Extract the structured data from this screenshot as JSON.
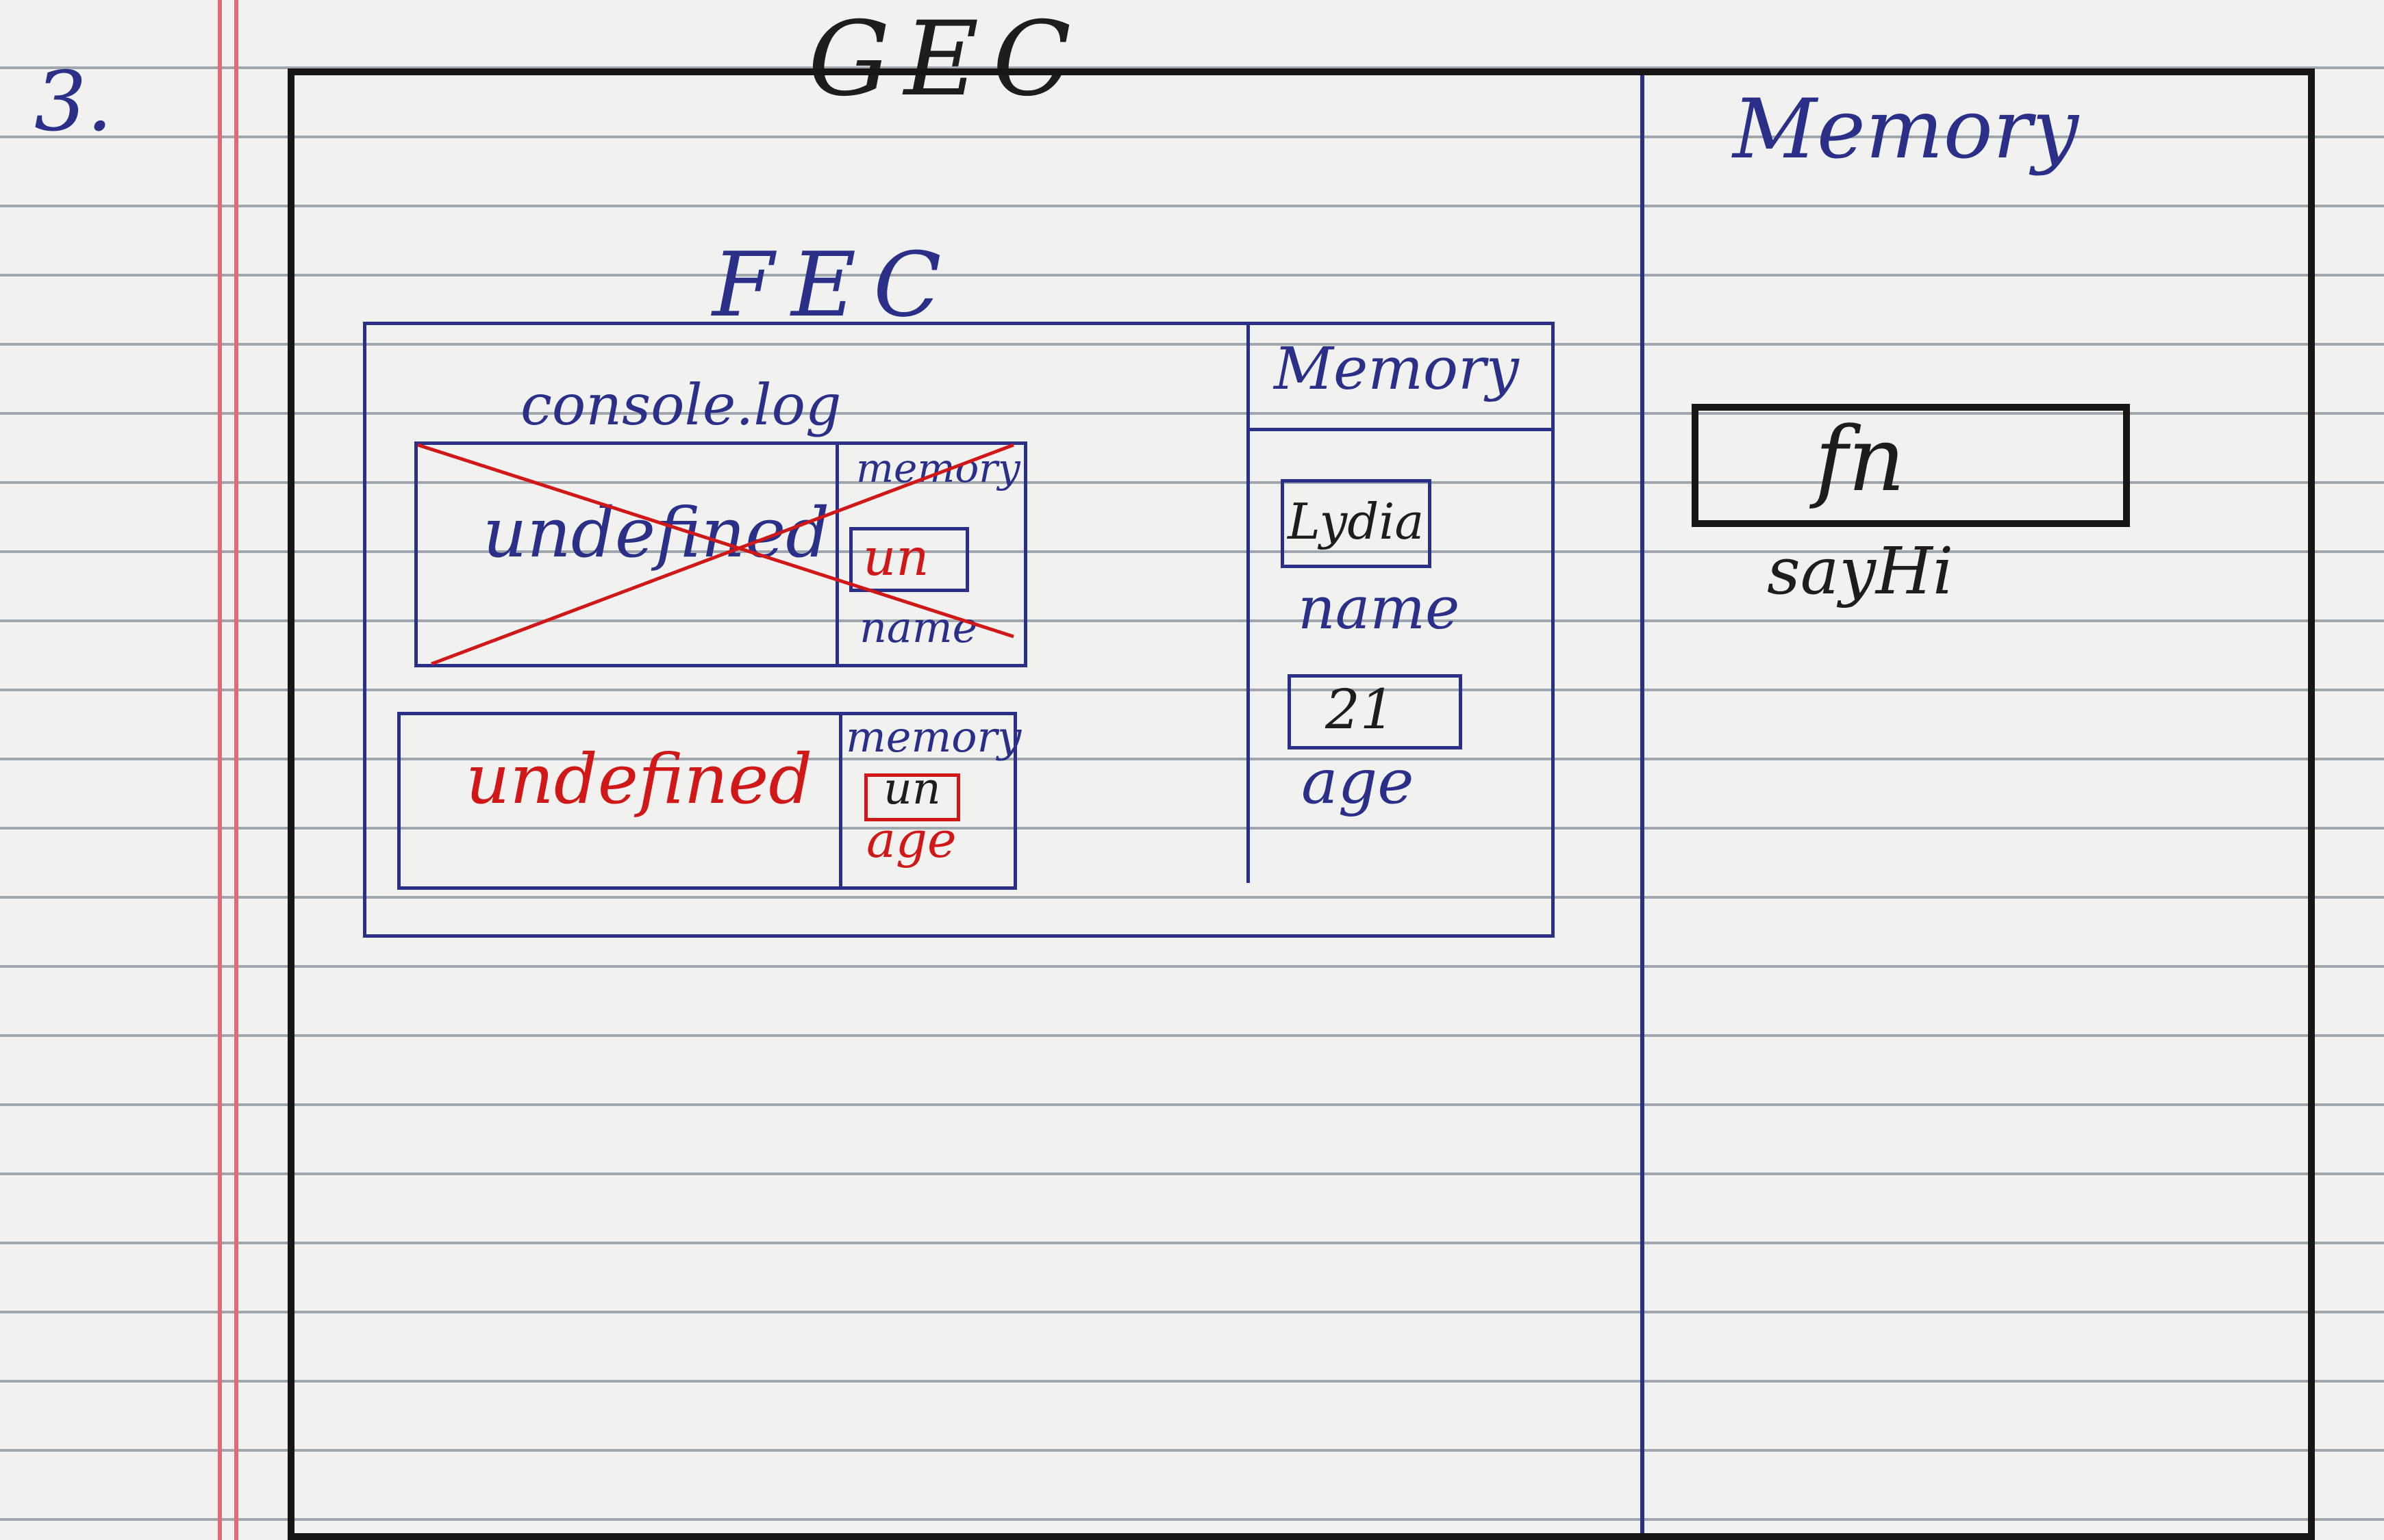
{
  "page": {
    "number": "3.",
    "title": "GEC"
  },
  "gec": {
    "memory_title": "Memory",
    "memory_items": [
      {
        "value": "fn",
        "label": "sayHi"
      }
    ]
  },
  "fec": {
    "title": "FEC",
    "console_title": "console.log",
    "memory_title": "Memory",
    "memory_items": [
      {
        "value": "Lydia",
        "label": "name"
      },
      {
        "value": "21",
        "label": "age"
      }
    ],
    "logs": [
      {
        "output": "undefined",
        "memory_title": "memory",
        "memory_value": "un",
        "memory_label": "name",
        "crossed_out": true
      },
      {
        "output": "undefined",
        "memory_title": "memory",
        "memory_value": "un",
        "memory_label": "age",
        "crossed_out": false
      }
    ]
  }
}
